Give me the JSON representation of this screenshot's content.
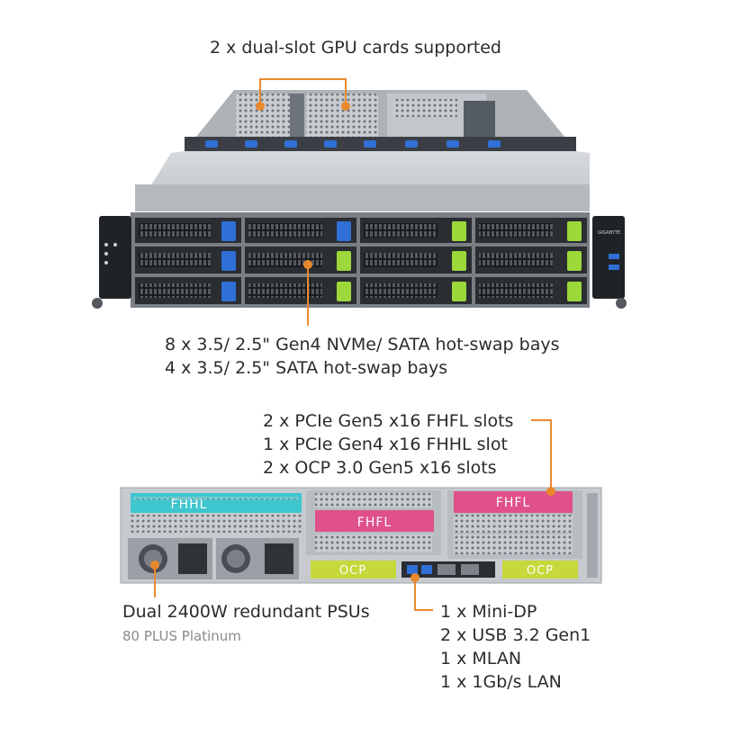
{
  "callouts": {
    "gpu": "2 x dual-slot GPU cards supported",
    "bays_line1": "8 x 3.5/ 2.5\" Gen4 NVMe/ SATA hot-swap bays",
    "bays_line2": "4 x 3.5/ 2.5\" SATA hot-swap bays",
    "slots_line1": "2 x PCIe Gen5 x16 FHFL slots",
    "slots_line2": "1 x PCIe Gen4 x16 FHHL slot",
    "slots_line3": "2 x OCP 3.0 Gen5 x16 slots",
    "psu_line1": "Dual 2400W redundant PSUs",
    "psu_line2": "80 PLUS Platinum",
    "io_line1": "1 x Mini-DP",
    "io_line2": "2 x USB 3.2 Gen1",
    "io_line3": "1 x MLAN",
    "io_line4": "1 x 1Gb/s LAN"
  },
  "rear_labels": {
    "fhhl": "FHHL",
    "fhfl_center": "FHFL",
    "fhfl_right": "FHFL",
    "ocp_left": "OCP",
    "ocp_right": "OCP"
  },
  "front_ear_brand": "GIGABYTE",
  "colors": {
    "accent": "#e9892d",
    "fhhl": "#3ec6cf",
    "fhfl": "#e0508a",
    "ocp": "#c6d83a",
    "drive_blue": "#2f6fd6",
    "drive_green": "#9cd83a"
  }
}
